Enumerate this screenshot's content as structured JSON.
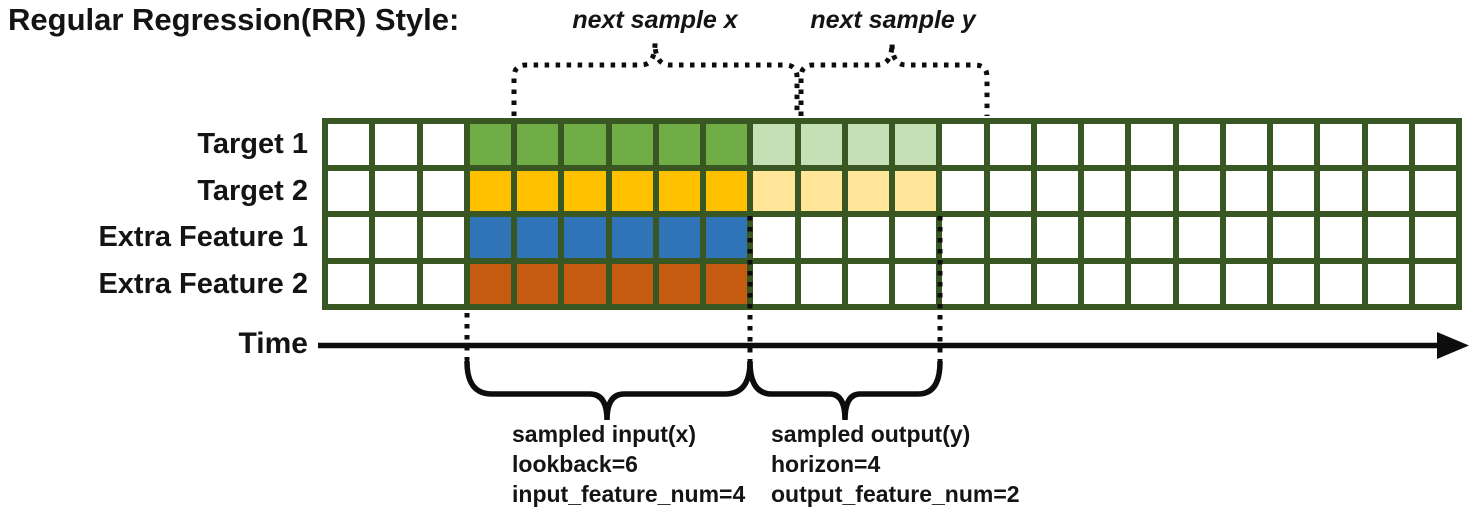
{
  "title": "Regular Regression(RR) Style:",
  "sample_labels": {
    "next_x": "next sample x",
    "next_y": "next sample y"
  },
  "rows": [
    {
      "label": "Target 1",
      "input_color": "#70AD47",
      "output_color": "#C5E0B4"
    },
    {
      "label": "Target 2",
      "input_color": "#FFC000",
      "output_color": "#FFE699"
    },
    {
      "label": "Extra Feature 1",
      "input_color": "#2E74B6",
      "output_color": null
    },
    {
      "label": "Extra Feature 2",
      "input_color": "#C55A11",
      "output_color": null
    }
  ],
  "grid": {
    "columns": 24,
    "row_count": 4,
    "input_start_col": 3,
    "lookback": 6,
    "horizon": 4,
    "line_color": "#385723",
    "empty_cell_color": "#FFFFFF"
  },
  "time_axis": {
    "label": "Time"
  },
  "input_annotation": [
    "sampled input(x)",
    "lookback=6",
    "input_feature_num=4"
  ],
  "output_annotation": [
    "sampled output(y)",
    "horizon=4",
    "output_feature_num=2"
  ]
}
